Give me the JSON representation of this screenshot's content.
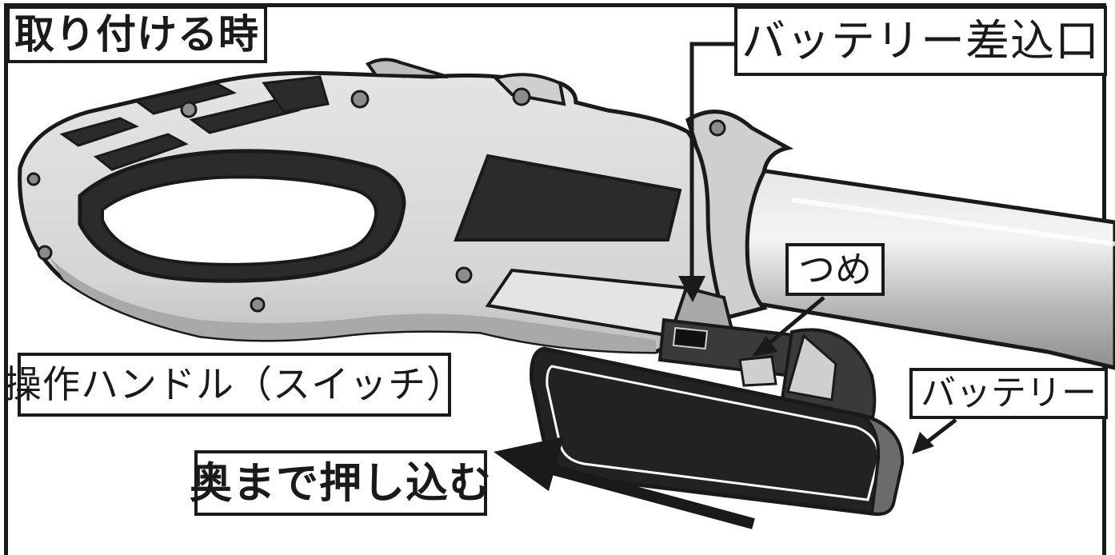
{
  "title": "取り付ける時",
  "labels": {
    "battery_slot": "バッテリー差込口",
    "claw": "つめ",
    "operation_handle": "操作ハンドル（スイッチ）",
    "battery": "バッテリー",
    "push_in": "奥まで押し込む"
  },
  "colors": {
    "outline": "#1a1a1a",
    "handle_body": "#dcdcdc",
    "handle_shadow": "#a9a9a9",
    "grip_dark": "#2b2b2b",
    "shaft": "#c4c4c4",
    "battery_body": "#222222",
    "background": "#ffffff"
  }
}
